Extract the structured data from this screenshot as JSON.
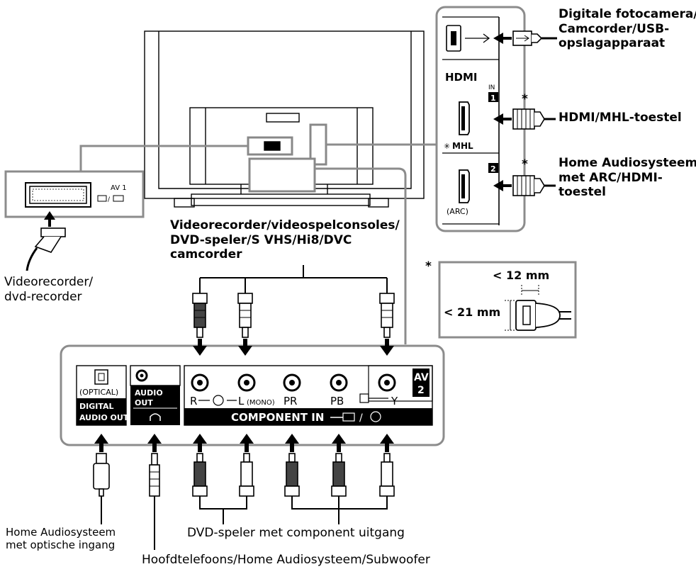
{
  "labels": {
    "digital_camera": [
      "Digitale fotocamera/",
      "Camcorder/USB-",
      "opslagapparaat"
    ],
    "hdmi_mhl": "HDMI/MHL-toestel",
    "home_audio_arc": [
      "Home Audiosysteem",
      "met ARC/HDMI-",
      "toestel"
    ],
    "video_sources": [
      "Videorecorder/videospelconsoles/",
      "DVD-speler/S VHS/Hi8/DVC",
      "camcorder"
    ],
    "vcr": [
      "Videorecorder/",
      "dvd-recorder"
    ],
    "home_audio_optical": [
      "Home Audiosysteem",
      "met optische ingang"
    ],
    "dvd_component": "DVD-speler met component uitgang",
    "headphones": "Hoofdtelefoons/Home Audiosysteem/Subwoofer"
  },
  "asterisks": {
    "hdmi1": "*",
    "hdmi2": "*",
    "plug_note": "*"
  },
  "plug_dims": {
    "width": "< 12 mm",
    "height": "< 21 mm"
  },
  "ports": {
    "av1": "AV 1",
    "hdmi_logo": "HDMI",
    "hdmi_in": "IN",
    "hdmi1_num": "1",
    "hdmi2_num": "2",
    "mhl_logo": "MHL",
    "arc": "(ARC)",
    "optical": "(OPTICAL)",
    "digital_audio_out_1": "DIGITAL",
    "digital_audio_out_2": "AUDIO OUT",
    "audio_out_1": "AUDIO",
    "audio_out_2": "OUT",
    "jack_r": "R",
    "jack_l": "L",
    "mono": "(MONO)",
    "jack_pr": "PR",
    "jack_pb": "PB",
    "jack_y": "Y",
    "av2_1": "AV",
    "av2_2": "2",
    "component_in": "COMPONENT IN"
  },
  "colors": {
    "line": "#000000",
    "panel_border": "#8c8c8c",
    "port_fill": "#000000"
  }
}
